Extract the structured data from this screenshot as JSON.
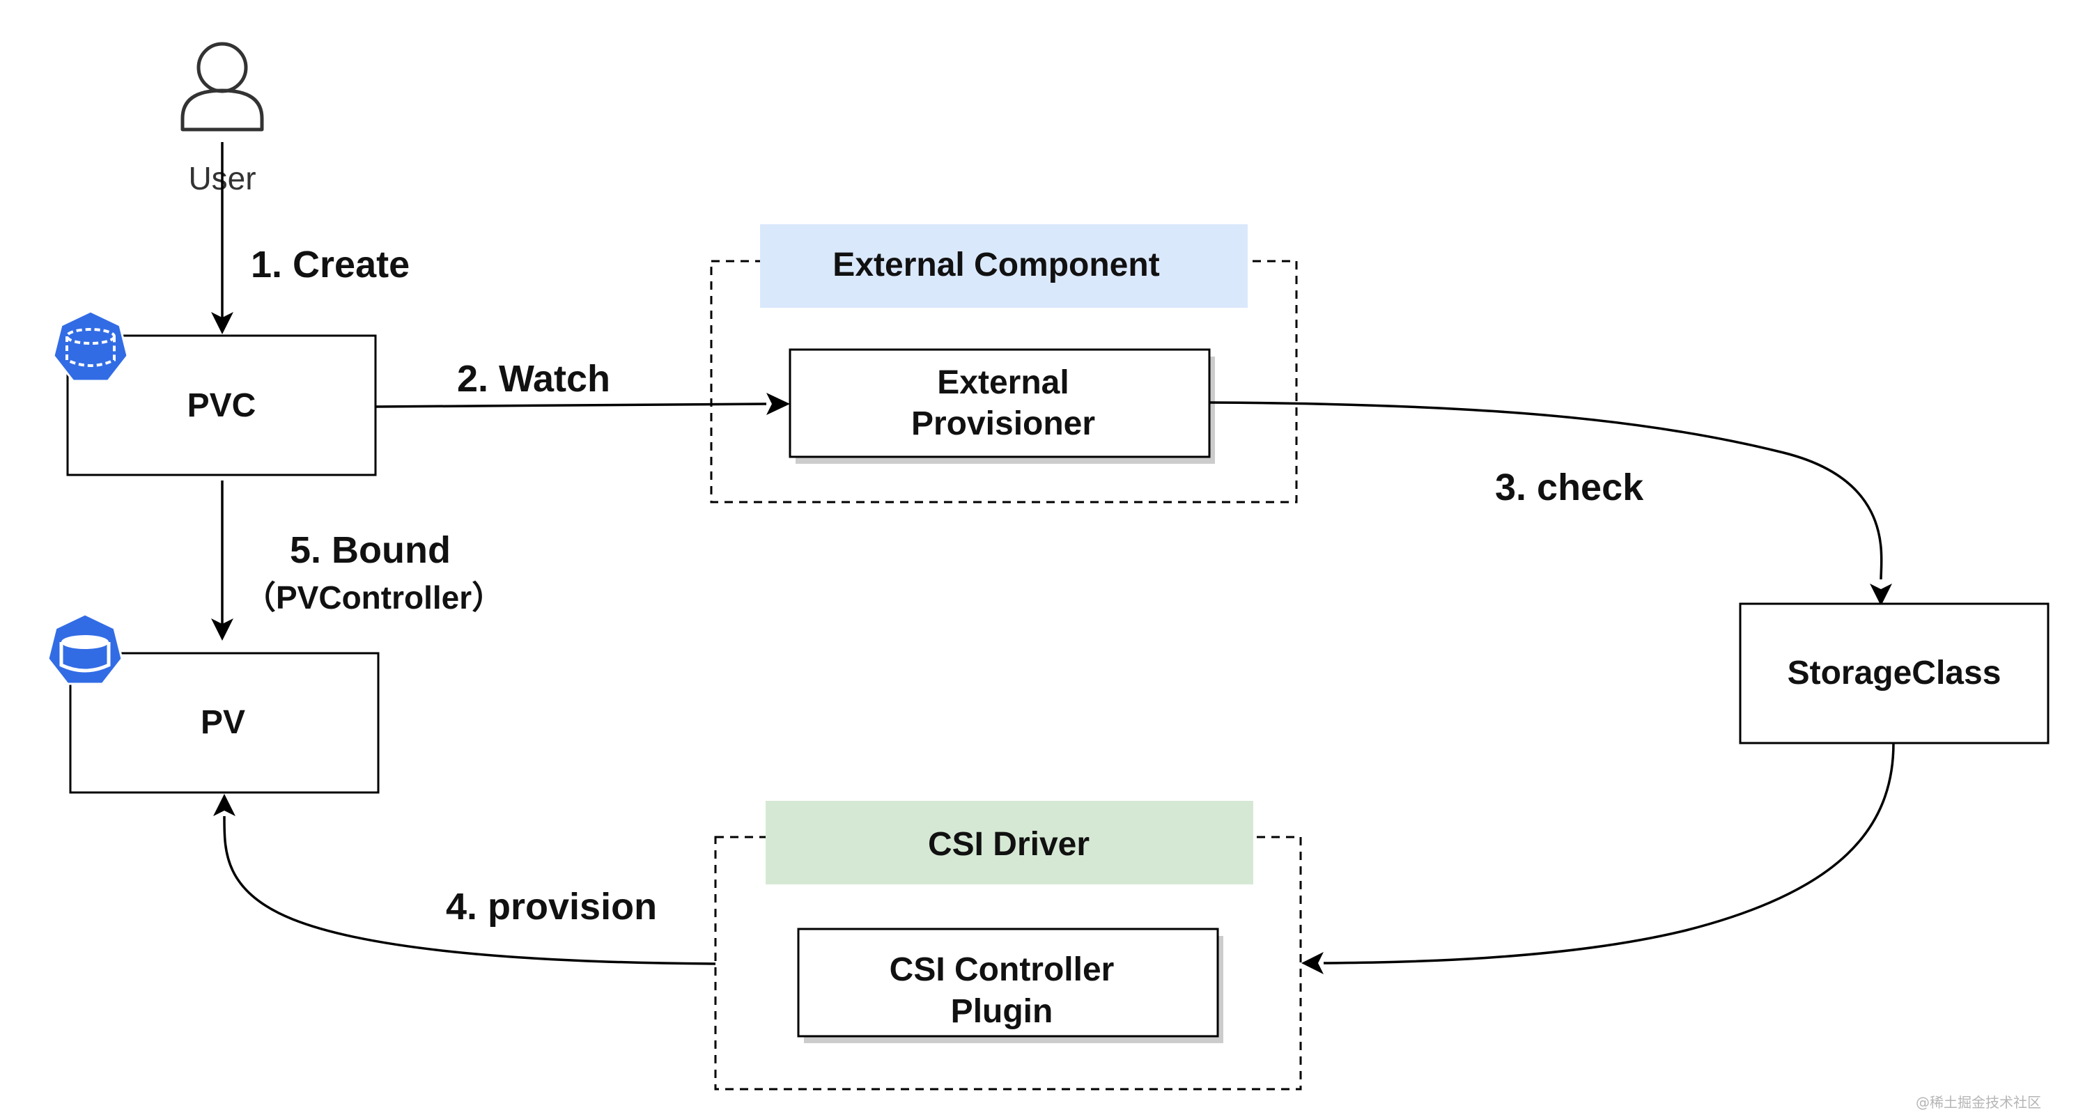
{
  "user": {
    "label": "User"
  },
  "nodes": {
    "pvc": {
      "label": "PVC"
    },
    "pv": {
      "label": "PV"
    },
    "external_provisioner": {
      "line1": "External",
      "line2": "Provisioner"
    },
    "storage_class": {
      "label": "StorageClass"
    },
    "csi_controller_plugin": {
      "line1": "CSI Controller",
      "line2": "Plugin"
    }
  },
  "groups": {
    "external_component": {
      "title": "External Component"
    },
    "csi_driver": {
      "title": "CSI Driver"
    }
  },
  "edges": {
    "create": "1. Create",
    "watch": "2. Watch",
    "check": "3. check",
    "provision": "4. provision",
    "bound": "5. Bound",
    "bound_sub": "（PVController）"
  },
  "watermark": "@稀土掘金技术社区",
  "colors": {
    "external_component_header": "#dae8fc",
    "csi_driver_header": "#d5e8d4",
    "k8s_icon_blue": "#326ce5"
  },
  "icons": {
    "user": "user-icon",
    "pvc": "k8s-pvc-icon",
    "pv": "k8s-pv-icon"
  }
}
